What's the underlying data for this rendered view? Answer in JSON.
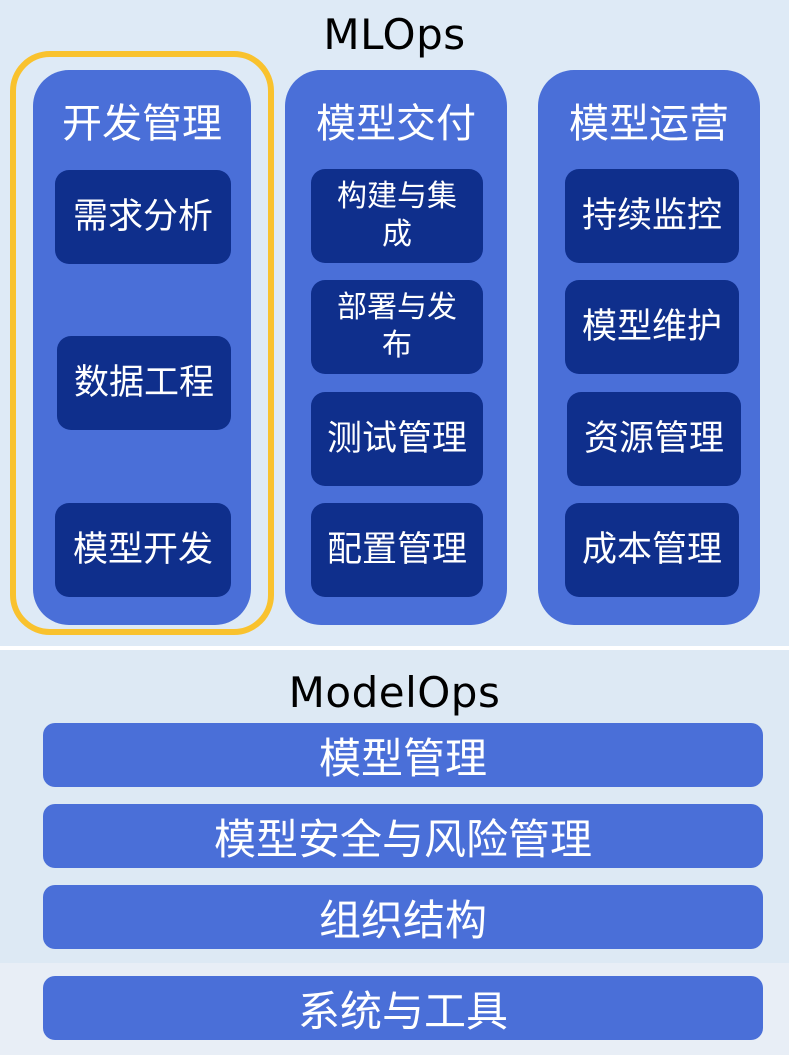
{
  "mlops": {
    "title": "MLOps",
    "columns": [
      {
        "title": "开发管理",
        "items": [
          "需求分析",
          "数据工程",
          "模型开发"
        ]
      },
      {
        "title": "模型交付",
        "items": [
          "构建与集成",
          "部署与发布",
          "测试管理",
          "配置管理"
        ]
      },
      {
        "title": "模型运营",
        "items": [
          "持续监控",
          "模型维护",
          "资源管理",
          "成本管理"
        ]
      }
    ]
  },
  "modelops": {
    "title": "ModelOps",
    "bars": [
      "模型管理",
      "模型安全与风险管理",
      "组织结构"
    ]
  },
  "tools": {
    "label": "系统与工具"
  },
  "colors": {
    "column": "#4a6fd8",
    "item": "#0f2f8c",
    "highlight": "#f9c22e",
    "background_top": "#deeaf6",
    "background_bottom": "#dde9f4"
  }
}
